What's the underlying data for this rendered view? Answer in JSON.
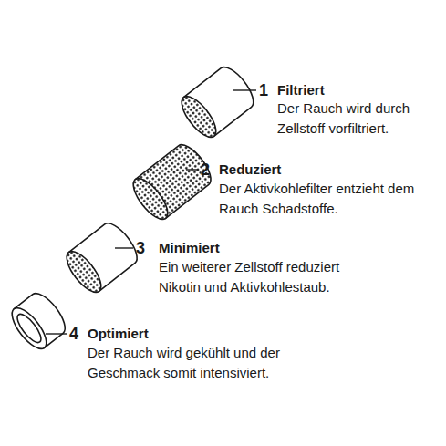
{
  "diagram": {
    "labels": [
      "1",
      "Filtriert",
      "Der Rauch wird durch Zellstoff vorfiltriert.",
      "2",
      "Reduziert",
      "Der Aktivkohlefilter entzieht dem Rauch Schadstoffe.",
      "3",
      "Minimiert",
      "Ein weiterer Zellstoff reduziert Nikotin und Aktivkohlestaub.",
      "4",
      "Optimiert",
      "Der Rauch wird gekühlt und der Geschmack somit intensiviert."
    ]
  }
}
